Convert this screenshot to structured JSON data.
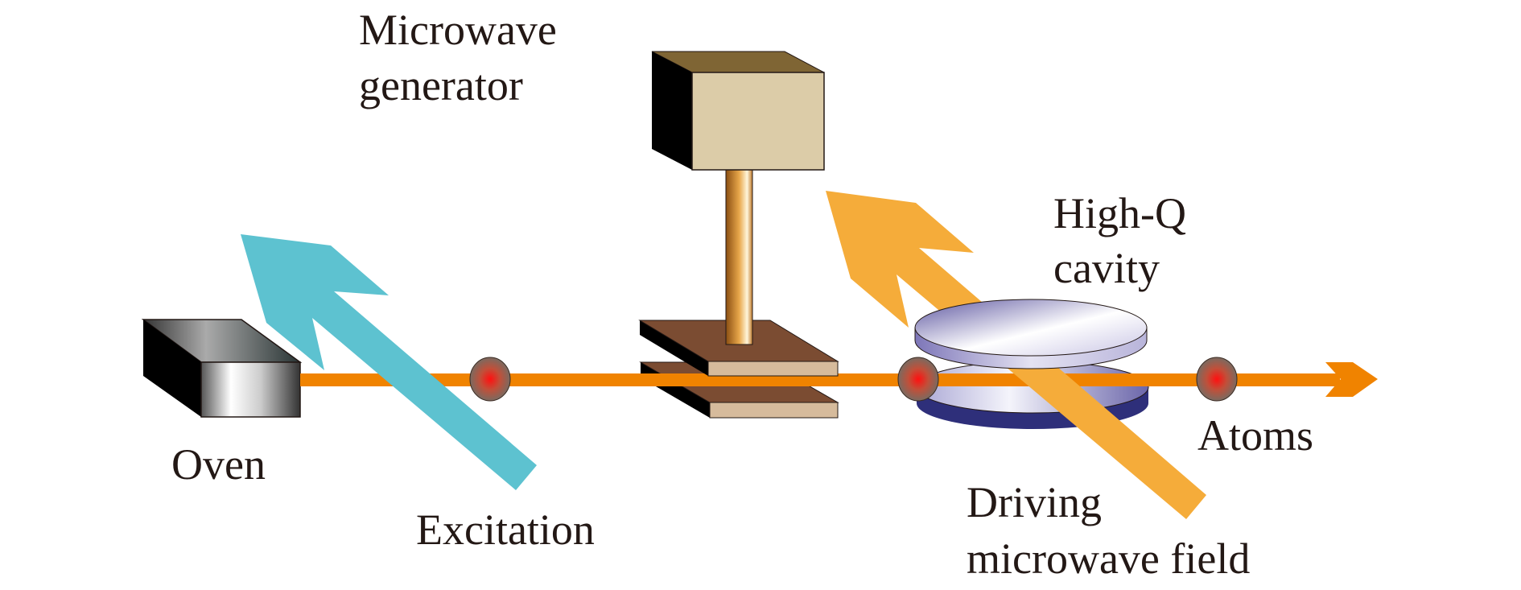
{
  "labels": {
    "microwave_generator": [
      "Microwave",
      "generator"
    ],
    "oven": "Oven",
    "excitation": "Excitation",
    "high_q_cavity": [
      "High-Q",
      "cavity"
    ],
    "atoms": "Atoms",
    "driving_field": [
      "Driving",
      "microwave field"
    ]
  },
  "colors": {
    "atom_beam": "#f08300",
    "excitation_beam": "#5dc2d0",
    "driving_beam": "#f5ac3a",
    "text": "#231815"
  }
}
